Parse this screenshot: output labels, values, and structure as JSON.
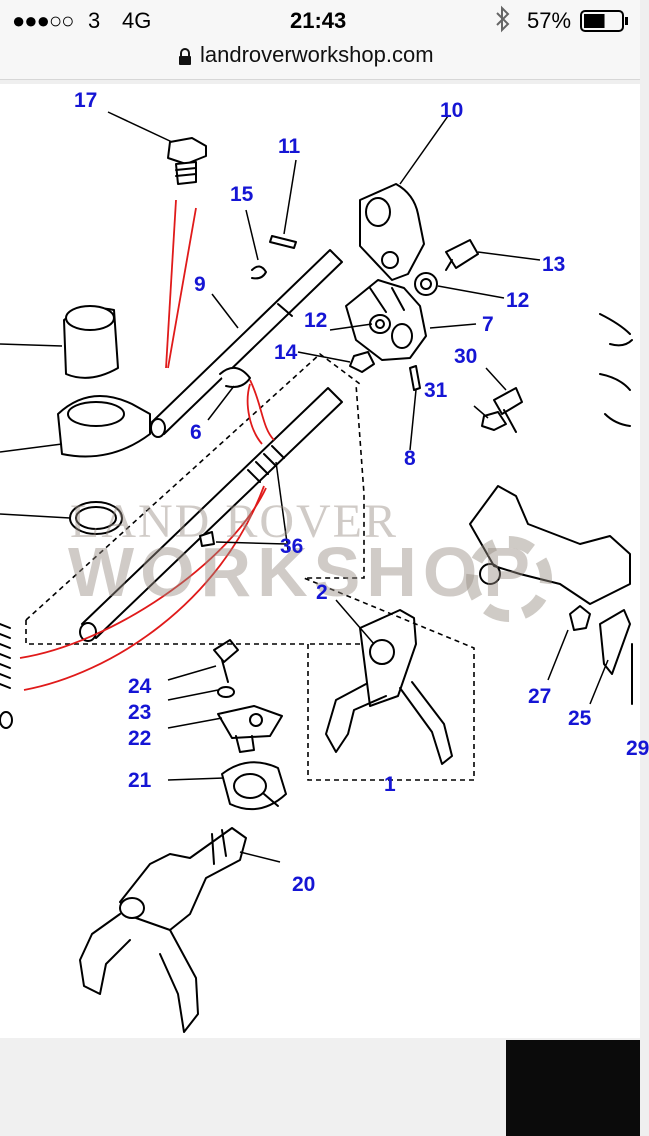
{
  "status_bar": {
    "signal": "●●●○○",
    "carrier": "3",
    "network": "4G",
    "time": "21:43",
    "battery": "57%",
    "battery_level": 0.57
  },
  "browser": {
    "url": "landroverworkshop.com"
  },
  "watermark": {
    "line1": "LAND ROVER",
    "line2": "WORKSHOP"
  },
  "diagram": {
    "callout_color": "#1515d4",
    "callouts": [
      {
        "id": "c17",
        "label": "17"
      },
      {
        "id": "c11",
        "label": "11"
      },
      {
        "id": "c10",
        "label": "10"
      },
      {
        "id": "c15",
        "label": "15"
      },
      {
        "id": "c13",
        "label": "13"
      },
      {
        "id": "c9",
        "label": "9"
      },
      {
        "id": "c12a",
        "label": "12"
      },
      {
        "id": "c12b",
        "label": "12"
      },
      {
        "id": "c7",
        "label": "7"
      },
      {
        "id": "c14",
        "label": "14"
      },
      {
        "id": "c30",
        "label": "30"
      },
      {
        "id": "c6",
        "label": "6"
      },
      {
        "id": "c31",
        "label": "31"
      },
      {
        "id": "c8",
        "label": "8"
      },
      {
        "id": "c36",
        "label": "36"
      },
      {
        "id": "c2",
        "label": "2"
      },
      {
        "id": "c24",
        "label": "24"
      },
      {
        "id": "c23",
        "label": "23"
      },
      {
        "id": "c22",
        "label": "22"
      },
      {
        "id": "c27",
        "label": "27"
      },
      {
        "id": "c25",
        "label": "25"
      },
      {
        "id": "c29",
        "label": "29"
      },
      {
        "id": "c21",
        "label": "21"
      },
      {
        "id": "c1",
        "label": "1"
      },
      {
        "id": "c20",
        "label": "20"
      }
    ]
  }
}
